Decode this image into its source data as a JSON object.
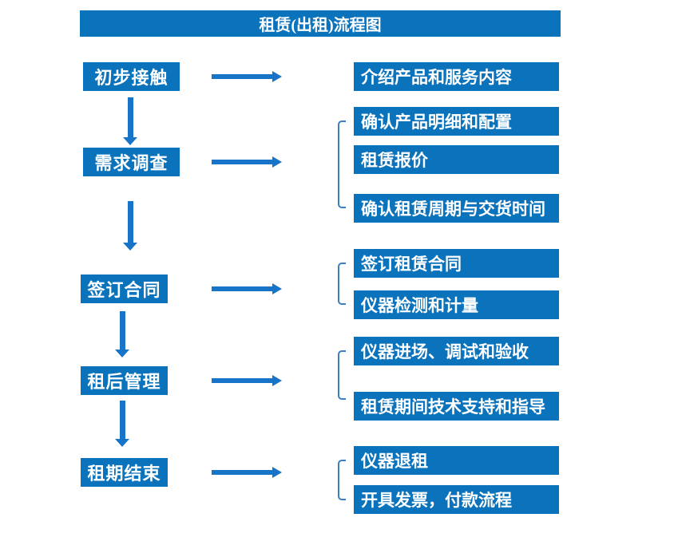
{
  "title": "租赁(出租)流程图",
  "colors": {
    "box": "#0b72bc",
    "arrow": "#1874c9",
    "bracket": "#3d7ebd",
    "text": "#ffffff"
  },
  "steps": [
    {
      "label": "初步接触",
      "outputs": [
        "介绍产品和服务内容"
      ]
    },
    {
      "label": "需求调查",
      "outputs": [
        "确认产品明细和配置",
        "租赁报价",
        "确认租赁周期与交货时间"
      ]
    },
    {
      "label": "签订合同",
      "outputs": [
        "签订租赁合同",
        "仪器检测和计量"
      ]
    },
    {
      "label": "租后管理",
      "outputs": [
        "仪器进场、调试和验收",
        "租赁期间技术支持和指导"
      ]
    },
    {
      "label": "租期结束",
      "outputs": [
        "仪器退租",
        "开具发票，付款流程"
      ]
    }
  ]
}
